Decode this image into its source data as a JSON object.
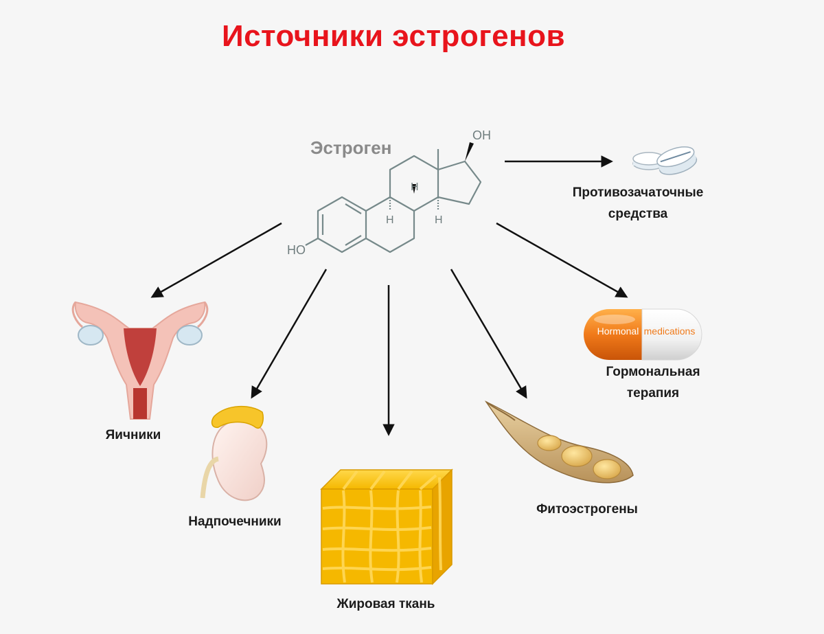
{
  "title": "Источники эстрогенов",
  "molecule": {
    "label": "Эстроген",
    "groups": {
      "oh_top": "OH",
      "oh_left": "HO",
      "h": "H"
    }
  },
  "sources": [
    {
      "id": "ovaries",
      "label": "Яичники"
    },
    {
      "id": "adrenals",
      "label": "Надпочечники"
    },
    {
      "id": "fat",
      "label": "Жировая ткань"
    },
    {
      "id": "phyto",
      "label": "Фитоэстрогены"
    },
    {
      "id": "contraceptives",
      "label_line1": "Противозачаточные",
      "label_line2": "средства"
    },
    {
      "id": "hrt",
      "label_line1": "Гормональная",
      "label_line2": "терапия"
    }
  ],
  "capsule": {
    "left_text": "Hormonal",
    "right_text": "medications"
  },
  "colors": {
    "title": "#e8141c",
    "arrow": "#111111",
    "bond": "#76898a",
    "fat": "#f5b800",
    "capsule_orange": "#f07a1a"
  }
}
